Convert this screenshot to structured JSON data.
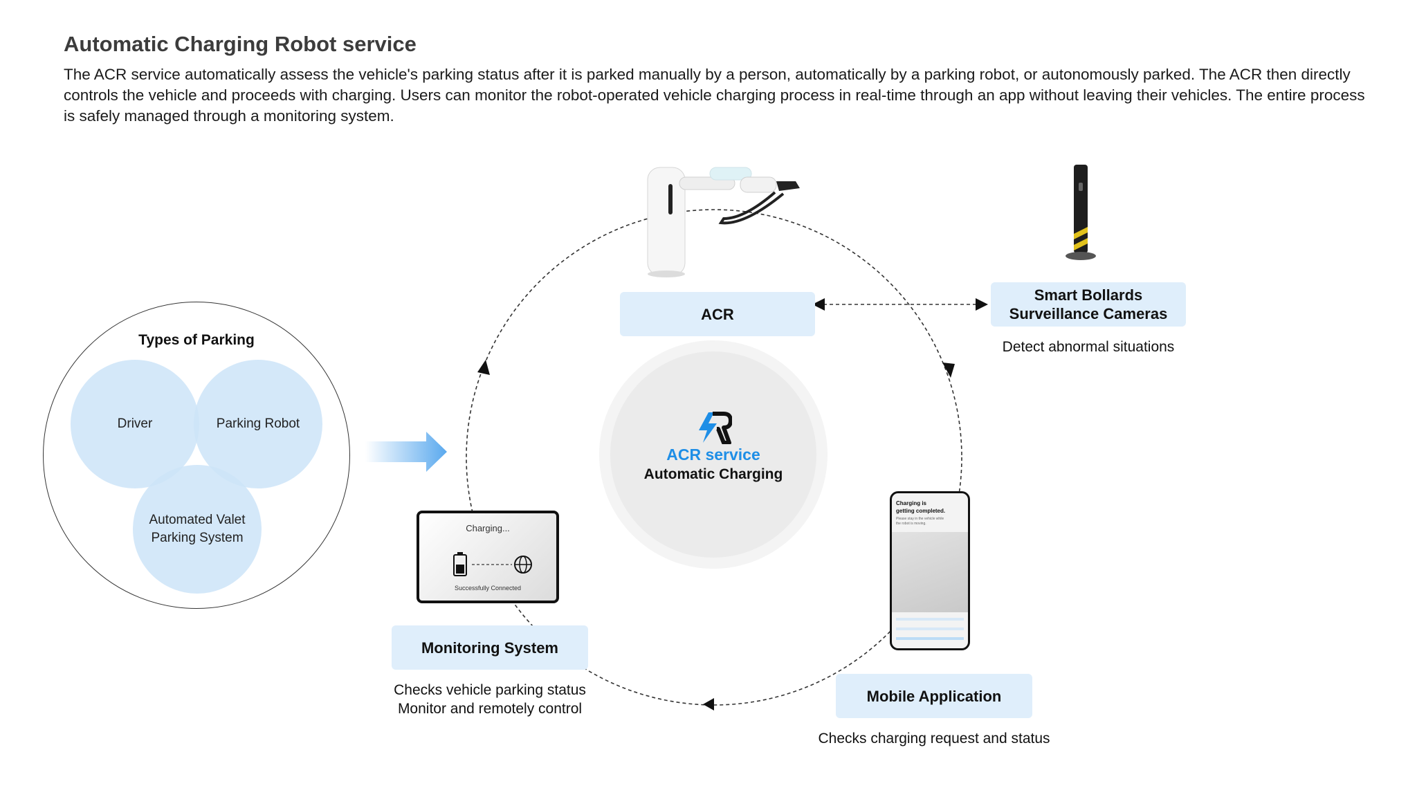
{
  "header": {
    "title": "Automatic Charging Robot service",
    "description": "The ACR service automatically assess the vehicle's parking status after it is parked manually by a person, automatically by a parking robot, or autonomously parked. The ACR then directly controls the vehicle and proceeds with charging. Users can monitor the robot-operated vehicle charging process in real-time through an app without leaving their vehicles. The entire process is safely managed through a monitoring system."
  },
  "parking": {
    "title": "Types of Parking",
    "driver": "Driver",
    "robot": "Parking Robot",
    "avps_line1": "Automated Valet",
    "avps_line2": "Parking System"
  },
  "center": {
    "service": "ACR service",
    "subtitle": "Automatic Charging"
  },
  "acr": {
    "label": "ACR"
  },
  "bollards": {
    "line1": "Smart Bollards",
    "line2": "Surveillance Cameras",
    "caption": "Detect abnormal situations"
  },
  "monitoring": {
    "label": "Monitoring System",
    "caption1": "Checks vehicle parking status",
    "caption2": "Monitor and remotely control",
    "screen_status": "Charging...",
    "screen_conn": "Successfully Connected"
  },
  "mobile": {
    "label": "Mobile Application",
    "caption": "Checks charging request and status",
    "screen_title1": "Charging is",
    "screen_title2": "getting completed.",
    "screen_note": "Please stay in the vehicle while the robot is moving."
  },
  "colors": {
    "box_fill": "#dfeefb",
    "venn_fill": "#cce4f8",
    "accent": "#1e8ee6",
    "arrow_blue": "#5aa9ee"
  },
  "icons": {
    "logo": "acr-lightning-r-logo",
    "battery": "battery-charging-icon",
    "globe": "globe-icon",
    "flow_arrow": "right-gradient-arrow"
  }
}
